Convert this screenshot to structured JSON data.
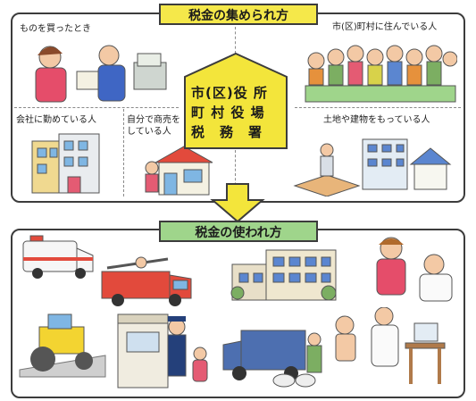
{
  "top_title": "税金の集められ方",
  "bottom_title": "税金の使われ方",
  "sources": {
    "shopping": "ものを買ったとき",
    "residents": "市(区)町村に住んでいる人",
    "company": "会社に勤めている人",
    "business": "自分で商売をしている人",
    "land": "土地や建物をもっている人"
  },
  "center": {
    "line1": "市(区)役 所",
    "line2": "町 村 役 場",
    "line3": "税　務　署"
  },
  "uses_icons": [
    "ambulance-icon",
    "fire-truck-icon",
    "school-icon",
    "road-roller-icon",
    "police-box-icon",
    "garbage-truck-icon",
    "doctor-icon",
    "clinic-icon"
  ],
  "colors": {
    "top_title_bg": "#f5e84a",
    "bottom_title_bg": "#9fd58b",
    "center_fill": "#f3e53b",
    "arrow_fill": "#f3e53b"
  }
}
